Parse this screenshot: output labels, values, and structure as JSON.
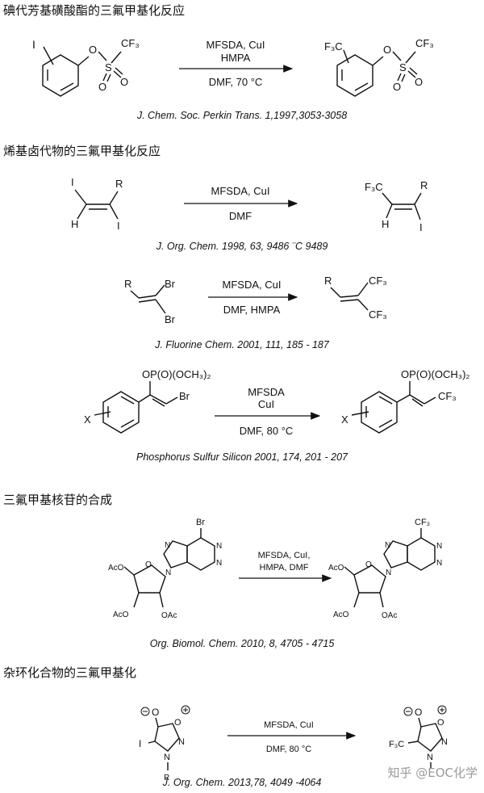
{
  "sections": {
    "s1": {
      "title": "碘代芳基磺酸酯的三氟甲基化反应",
      "reagent_top": "MFSDA, CuI",
      "reagent_mid": "HMPA",
      "conditions": "DMF, 70 °C",
      "reference": "J. Chem. Soc. Perkin Trans. 1,1997,3053-3058",
      "sm_atom_i": "I",
      "prod_atom_cf3": "F₃C",
      "triflate_cf3": "CF₃"
    },
    "s2": {
      "title": "烯基卤代物的三氟甲基化反应",
      "rxnA_reagent": "MFSDA, CuI",
      "rxnA_conditions": "DMF",
      "rxnA_reference": "J. Org. Chem. 1998, 63, 9486 ¨C 9489",
      "rxnB_reagent": "MFSDA, CuI",
      "rxnB_conditions": "DMF, HMPA",
      "rxnB_reference": "J. Fluorine Chem. 2001, 111, 185 - 187",
      "rxnC_reagent_top": "MFSDA",
      "rxnC_reagent_mid": "CuI",
      "rxnC_conditions": "DMF, 80 °C",
      "rxnC_reference": "Phosphorus Sulfur Silicon 2001, 174, 201 - 207",
      "phosphate": "OP(O)(OCH₃)₂"
    },
    "s3": {
      "title": "三氟甲基核苷的合成",
      "reagent_top": "MFSDA, CuI,",
      "reagent_mid": "HMPA, DMF",
      "reference": "Org. Biomol. Chem. 2010, 8, 4705 - 4715"
    },
    "s4": {
      "title": "杂环化合物的三氟甲基化",
      "reagent_top": "MFSDA, CuI",
      "conditions": "DMF, 80 °C",
      "reference": "J. Org. Chem. 2013,78, 4049 -4064"
    }
  },
  "watermark": "知乎 @EOC化学"
}
